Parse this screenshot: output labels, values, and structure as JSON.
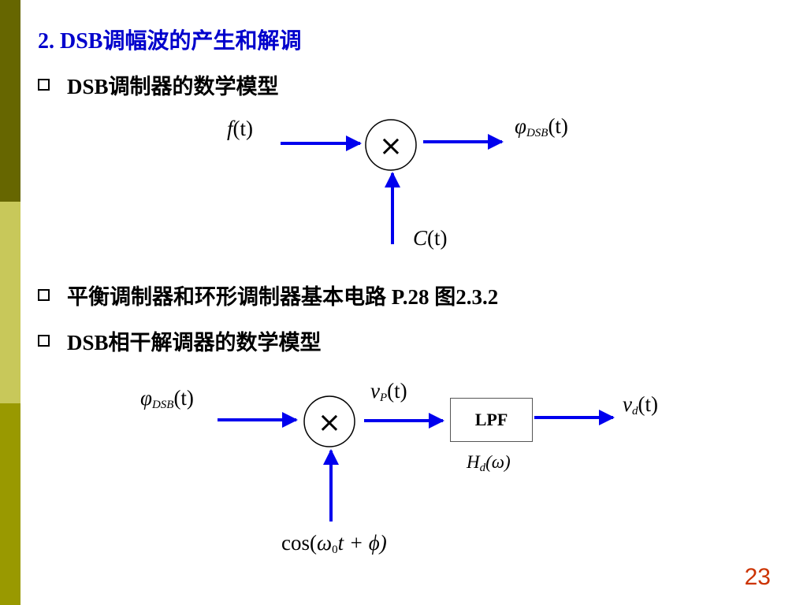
{
  "heading": "2.  DSB调幅波的产生和解调",
  "bullets": [
    "DSB调制器的数学模型",
    "平衡调制器和环形调制器基本电路 P.28  图2.3.2",
    "DSB相干解调器的数学模型"
  ],
  "diagram1": {
    "input": "f",
    "carrier": "C",
    "output_symbol": "φ",
    "output_sub": "DSB",
    "arg": "(t)",
    "multiplier": "×"
  },
  "diagram2": {
    "input_symbol": "φ",
    "input_sub": "DSB",
    "arg": "(t)",
    "multiplier": "×",
    "mid_symbol": "v",
    "mid_sub": "P",
    "filter_label": "LPF",
    "filter_tf_symbol": "H",
    "filter_tf_sub": "d",
    "filter_tf_arg": "(ω)",
    "output_symbol": "v",
    "output_sub": "d",
    "ref_prefix": "cos(",
    "ref_omega": "ω",
    "ref_omega_sub": "0",
    "ref_rest": "t + ϕ)"
  },
  "page_number": "23",
  "colors": {
    "sidebar_dark": "#666600",
    "sidebar_light": "#c8c85a",
    "sidebar_mid": "#999900",
    "heading": "#0000cc",
    "arrow": "#0000ee",
    "page_number": "#cc3300"
  }
}
